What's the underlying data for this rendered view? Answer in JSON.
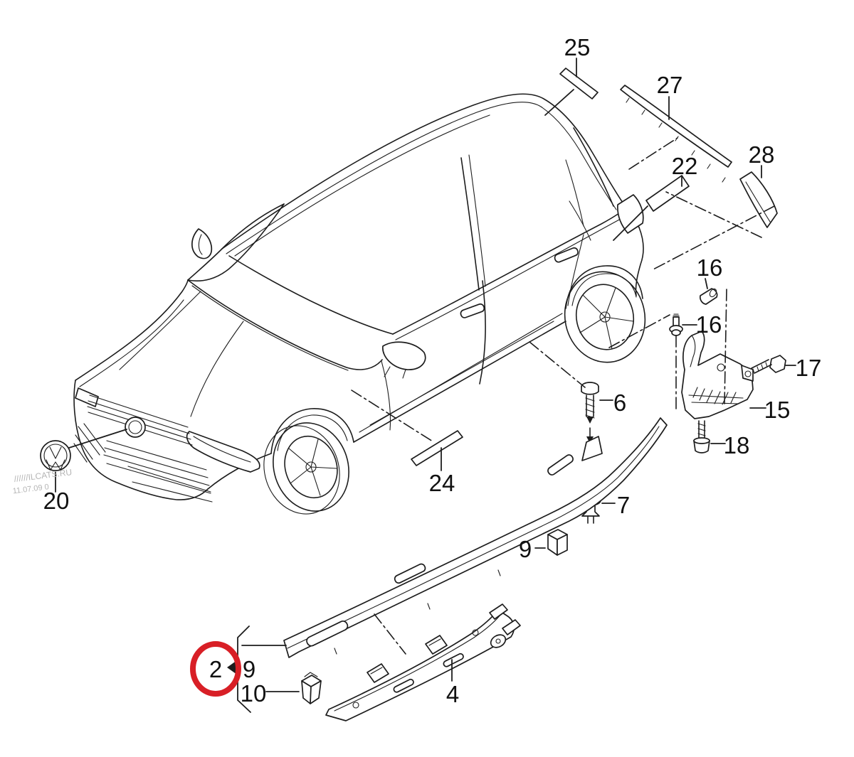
{
  "figure": {
    "type": "exploded-parts-diagram",
    "subject": "Volkswagen Golf exterior trim and sill moldings",
    "background_color": "#ffffff",
    "line_color": "#1d1d1d"
  },
  "annotation": {
    "highlight_shape": "circle",
    "highlight_color": "#d81f26",
    "highlighted_callout": "2"
  },
  "watermark": {
    "line1": "//////ILCATS.RU",
    "line2": "11.07.09 0"
  },
  "callouts": [
    {
      "label": "25"
    },
    {
      "label": "27"
    },
    {
      "label": "22"
    },
    {
      "label": "28"
    },
    {
      "label": "16"
    },
    {
      "label": "16"
    },
    {
      "label": "17"
    },
    {
      "label": "15"
    },
    {
      "label": "18"
    },
    {
      "label": "6"
    },
    {
      "label": "24"
    },
    {
      "label": "20"
    },
    {
      "label": "7"
    },
    {
      "label": "9"
    },
    {
      "label": "2"
    },
    {
      "label": "9"
    },
    {
      "label": "10"
    },
    {
      "label": "4"
    }
  ]
}
